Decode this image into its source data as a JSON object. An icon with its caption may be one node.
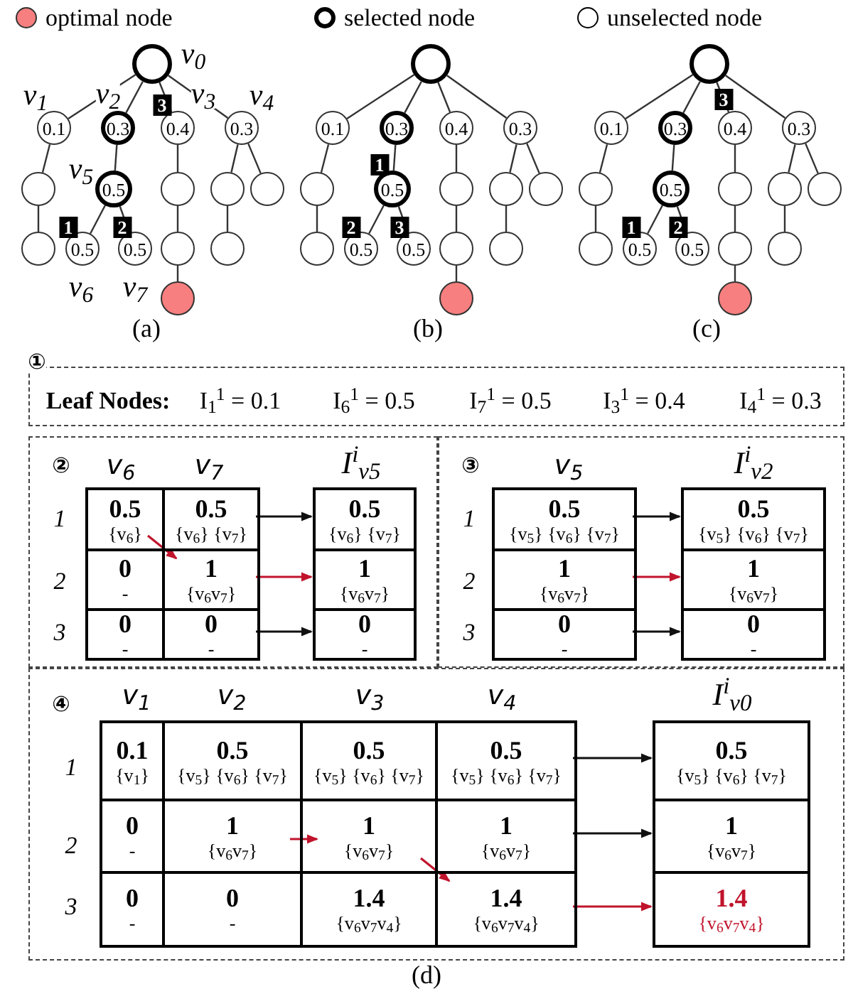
{
  "diagram": {
    "nodes": [
      {
        "text": [],
        "shape": "circle",
        "beside": [
          "v$_{0}$"
        ]
      },
      {
        "text": [
          "0.1"
        ],
        "beside": [
          "v$_{1}$"
        ]
      },
      {
        "text": [
          "0.3"
        ],
        "beside": [
          "v$_{2}$"
        ]
      },
      {
        "text": [
          "0.4"
        ],
        "beside": [
          "v$_{3}$"
        ]
      },
      {
        "text": [
          "0.3"
        ],
        "beside": [
          "v$_{4}$"
        ]
      },
      {
        "text": [],
        "shape": "circle"
      },
      {
        "text": [
          "0.5"
        ],
        "beside": [
          "v$_{5}$"
        ]
      },
      {
        "text": [],
        "shape": "circle"
      },
      {
        "text": [],
        "shape": "circle"
      },
      {
        "text": [],
        "shape": "circle"
      },
      {
        "text": [],
        "shape": "circle"
      },
      {
        "text": [
          "0.5"
        ],
        "beside": [
          "v$_{6}$"
        ]
      },
      {
        "text": [
          "0.5"
        ],
        "beside": [
          "v$_{7}$"
        ]
      },
      {
        "text": [],
        "shape": "circle"
      },
      {
        "text": [],
        "shape": "circle"
      },
      {
        "text": [],
        "shape": "circle"
      },
      {
        "text": [],
        "shape": "circle"
      },
      {
        "text": [
          "0.1"
        ]
      },
      {
        "text": [
          "0.3"
        ]
      },
      {
        "text": [
          "0.4"
        ]
      },
      {
        "text": [
          "0.3"
        ]
      },
      {
        "text": [],
        "shape": "circle"
      },
      {
        "text": [
          "0.5"
        ]
      },
      {
        "text": [],
        "shape": "circle"
      },
      {
        "text": [],
        "shape": "circle"
      },
      {
        "text": [],
        "shape": "circle"
      },
      {
        "text": [],
        "shape": "circle"
      },
      {
        "text": [
          "0.5"
        ]
      },
      {
        "text": [
          "0.5"
        ]
      },
      {
        "text": [],
        "shape": "circle"
      },
      {
        "text": [],
        "shape": "circle"
      },
      {
        "text": [],
        "shape": "circle"
      },
      {
        "text": [],
        "shape": "circle"
      },
      {
        "text": [
          "0.1"
        ]
      },
      {
        "text": [
          "0.3"
        ]
      },
      {
        "text": [
          "0.4"
        ]
      },
      {
        "text": [
          "0.3"
        ]
      },
      {
        "text": [],
        "shape": "circle"
      },
      {
        "text": [
          "0.5"
        ]
      },
      {
        "text": [],
        "shape": "circle"
      },
      {
        "text": [],
        "shape": "circle"
      },
      {
        "text": [],
        "shape": "circle"
      },
      {
        "text": [],
        "shape": "circle"
      },
      {
        "text": [
          "0.5"
        ]
      },
      {
        "text": [
          "0.5"
        ]
      },
      {
        "text": [],
        "shape": "circle"
      },
      {
        "text": [],
        "shape": "circle"
      },
      {
        "text": [],
        "shape": "circle"
      },
      {
        "text": [
          "①",
          "Leaf Nodes:",
          "I$_{1}$$^{1}$ = 0.1",
          "I$_{6}$$^{1}$ = 0.5",
          "I$_{7}$$^{1}$ = 0.5",
          "I$_{3}$$^{1}$ = 0.4",
          "I$_{4}$$^{1}$ = 0.3"
        ]
      },
      {
        "text": [
          "②"
        ]
      },
      {
        "text": [
          "0.5",
          "{v$_{6}$}"
        ],
        "in": 49
      },
      {
        "text": [
          "0.5",
          "{v$_{6}$} {v$_{7}$}"
        ],
        "in": 49
      },
      {
        "text": [
          "0",
          "-"
        ],
        "in": 49
      },
      {
        "text": [
          "1",
          "{v$_{6}$v$_{7}$}"
        ],
        "in": 49
      },
      {
        "text": [
          "0",
          "-"
        ],
        "in": 49
      },
      {
        "text": [
          "0",
          "-"
        ],
        "in": 49
      },
      {
        "text": [
          "0.5",
          "{v$_{6}$} {v$_{7}$}"
        ],
        "in": 49
      },
      {
        "text": [
          "1",
          "{v$_{6}$v$_{7}$}"
        ],
        "in": 49
      },
      {
        "text": [
          "0",
          "-"
        ],
        "in": 49
      },
      {
        "text": [
          "③"
        ]
      },
      {
        "text": [
          "0.5",
          "{v$_{5}$} {v$_{6}$} {v$_{7}$}"
        ],
        "in": 59
      },
      {
        "text": [
          "1",
          "{v$_{6}$v$_{7}$}"
        ],
        "in": 59
      },
      {
        "text": [
          "0",
          "-"
        ],
        "in": 59
      },
      {
        "text": [
          "0.5",
          "{v$_{5}$} {v$_{6}$} {v$_{7}$}"
        ],
        "in": 59
      },
      {
        "text": [
          "1",
          "{v$_{6}$v$_{7}$}"
        ],
        "in": 59
      },
      {
        "text": [
          "0",
          "-"
        ],
        "in": 59
      },
      {
        "text": [
          "④"
        ]
      },
      {
        "text": [
          "0.1",
          "{v$_{1}$}"
        ],
        "in": 66
      },
      {
        "text": [
          "0.5",
          "{v$_{5}$} {v$_{6}$} {v$_{7}$}"
        ],
        "in": 66
      },
      {
        "text": [
          "0.5",
          "{v$_{5}$} {v$_{6}$} {v$_{7}$}"
        ],
        "in": 66
      },
      {
        "text": [
          "0.5",
          "{v$_{5}$} {v$_{6}$} {v$_{7}$}"
        ],
        "in": 66
      },
      {
        "text": [
          "0",
          "-"
        ],
        "in": 66
      },
      {
        "text": [
          "1",
          "{v$_{6}$v$_{7}$}"
        ],
        "in": 66
      },
      {
        "text": [
          "1",
          "{v$_{6}$v$_{7}$}"
        ],
        "in": 66
      },
      {
        "text": [
          "1",
          "{v$_{6}$v$_{7}$}"
        ],
        "in": 66
      },
      {
        "text": [
          "0",
          "-"
        ],
        "in": 66
      },
      {
        "text": [
          "0",
          "-"
        ],
        "in": 66
      },
      {
        "text": [
          "1.4",
          "{v$_{6}$v$_{7}$v$_{4}$}"
        ],
        "in": 66
      },
      {
        "text": [
          "1.4",
          "{v$_{6}$v$_{7}$v$_{4}$}"
        ],
        "in": 66
      },
      {
        "text": [
          "0.5",
          "{v$_{5}$} {v$_{6}$} {v$_{7}$}"
        ],
        "in": 66
      },
      {
        "text": [
          "1",
          "{v$_{6}$v$_{7}$}"
        ],
        "in": 66
      },
      {
        "text": [
          "1.4",
          "{v$_{6}$v$_{7}$v$_{4}$}"
        ],
        "in": 66
      }
    ],
    "edges": [
      {
        "from": 0,
        "to": 1,
        "arrow": "none"
      },
      {
        "from": 0,
        "to": 2,
        "arrow": "none"
      },
      {
        "from": 0,
        "to": 3,
        "arrow": "none"
      },
      {
        "from": 0,
        "to": 4,
        "arrow": "none"
      },
      {
        "from": 1,
        "to": 5,
        "arrow": "none"
      },
      {
        "from": 2,
        "to": 6,
        "arrow": "none"
      },
      {
        "from": 3,
        "to": 7,
        "arrow": "none"
      },
      {
        "from": 4,
        "to": 8,
        "arrow": "none"
      },
      {
        "from": 4,
        "to": 9,
        "arrow": "none"
      },
      {
        "from": 5,
        "to": 10,
        "arrow": "none"
      },
      {
        "from": 6,
        "to": 11,
        "arrow": "none"
      },
      {
        "from": 6,
        "to": 12,
        "arrow": "none"
      },
      {
        "from": 7,
        "to": 13,
        "arrow": "none"
      },
      {
        "from": 8,
        "to": 14,
        "arrow": "none"
      },
      {
        "from": 13,
        "to": 15,
        "arrow": "none"
      },
      {
        "from": 16,
        "to": 17,
        "arrow": "none"
      },
      {
        "from": 16,
        "to": 18,
        "arrow": "none"
      },
      {
        "from": 16,
        "to": 19,
        "arrow": "none"
      },
      {
        "from": 16,
        "to": 20,
        "arrow": "none"
      },
      {
        "from": 17,
        "to": 21,
        "arrow": "none"
      },
      {
        "from": 18,
        "to": 22,
        "arrow": "none"
      },
      {
        "from": 19,
        "to": 23,
        "arrow": "none"
      },
      {
        "from": 20,
        "to": 24,
        "arrow": "none"
      },
      {
        "from": 20,
        "to": 25,
        "arrow": "none"
      },
      {
        "from": 21,
        "to": 26,
        "arrow": "none"
      },
      {
        "from": 22,
        "to": 27,
        "arrow": "none"
      },
      {
        "from": 22,
        "to": 28,
        "arrow": "none"
      },
      {
        "from": 23,
        "to": 29,
        "arrow": "none"
      },
      {
        "from": 24,
        "to": 30,
        "arrow": "none"
      },
      {
        "from": 29,
        "to": 31,
        "arrow": "none"
      },
      {
        "from": 32,
        "to": 33,
        "arrow": "none"
      },
      {
        "from": 32,
        "to": 34,
        "arrow": "none"
      },
      {
        "from": 32,
        "to": 35,
        "arrow": "none"
      },
      {
        "from": 32,
        "to": 36,
        "arrow": "none"
      },
      {
        "from": 33,
        "to": 37,
        "arrow": "none"
      },
      {
        "from": 34,
        "to": 38,
        "arrow": "none"
      },
      {
        "from": 35,
        "to": 39,
        "arrow": "none"
      },
      {
        "from": 36,
        "to": 40,
        "arrow": "none"
      },
      {
        "from": 36,
        "to": 41,
        "arrow": "none"
      },
      {
        "from": 37,
        "to": 42,
        "arrow": "none"
      },
      {
        "from": 38,
        "to": 43,
        "arrow": "none"
      },
      {
        "from": 38,
        "to": 44,
        "arrow": "none"
      },
      {
        "from": 39,
        "to": 45,
        "arrow": "none"
      },
      {
        "from": 40,
        "to": 46,
        "arrow": "none"
      },
      {
        "from": 45,
        "to": 47,
        "arrow": "none"
      },
      {
        "from": 50,
        "to": 53,
        "arrow": "to",
        "color": "#c0142c"
      },
      {
        "from": 51,
        "to": 56,
        "arrow": "to"
      },
      {
        "from": 53,
        "to": 57,
        "arrow": "to",
        "color": "#c0142c"
      },
      {
        "from": 55,
        "to": 58,
        "arrow": "to"
      },
      {
        "from": 60,
        "to": 63,
        "arrow": "to"
      },
      {
        "from": 61,
        "to": 64,
        "arrow": "to",
        "color": "#c0142c"
      },
      {
        "from": 62,
        "to": 65,
        "arrow": "to"
      },
      {
        "from": 72,
        "to": 73,
        "arrow": "to",
        "color": "#c0142c"
      },
      {
        "from": 73,
        "to": 78,
        "arrow": "to",
        "color": "#c0142c"
      },
      {
        "from": 70,
        "to": 79,
        "arrow": "to"
      },
      {
        "from": 74,
        "to": 80,
        "arrow": "to"
      },
      {
        "from": 78,
        "to": 81,
        "arrow": "to",
        "color": "#c0142c"
      }
    ],
    "labels": [
      "3",
      "1",
      "2",
      "(a)",
      "1",
      "2",
      "3",
      "(b)",
      "3",
      "1",
      "2",
      "(c)",
      "v$_{6}$",
      "v$_{7}$",
      "I$^{i}$$_{v5}$",
      "1",
      "2",
      "3",
      "v$_{5}$",
      "I$^{i}$$_{v2}$",
      "1",
      "2",
      "3",
      "v$_{1}$",
      "v$_{2}$",
      "v$_{3}$",
      "v$_{4}$",
      "I$^{i}$$_{v0}$",
      "1",
      "2",
      "3",
      "(d)"
    ],
    "legend": [
      {
        "text": "optimal node",
        "color": "#f77f7f"
      },
      {
        "text": "selected node"
      },
      {
        "text": "unselected node"
      }
    ]
  }
}
